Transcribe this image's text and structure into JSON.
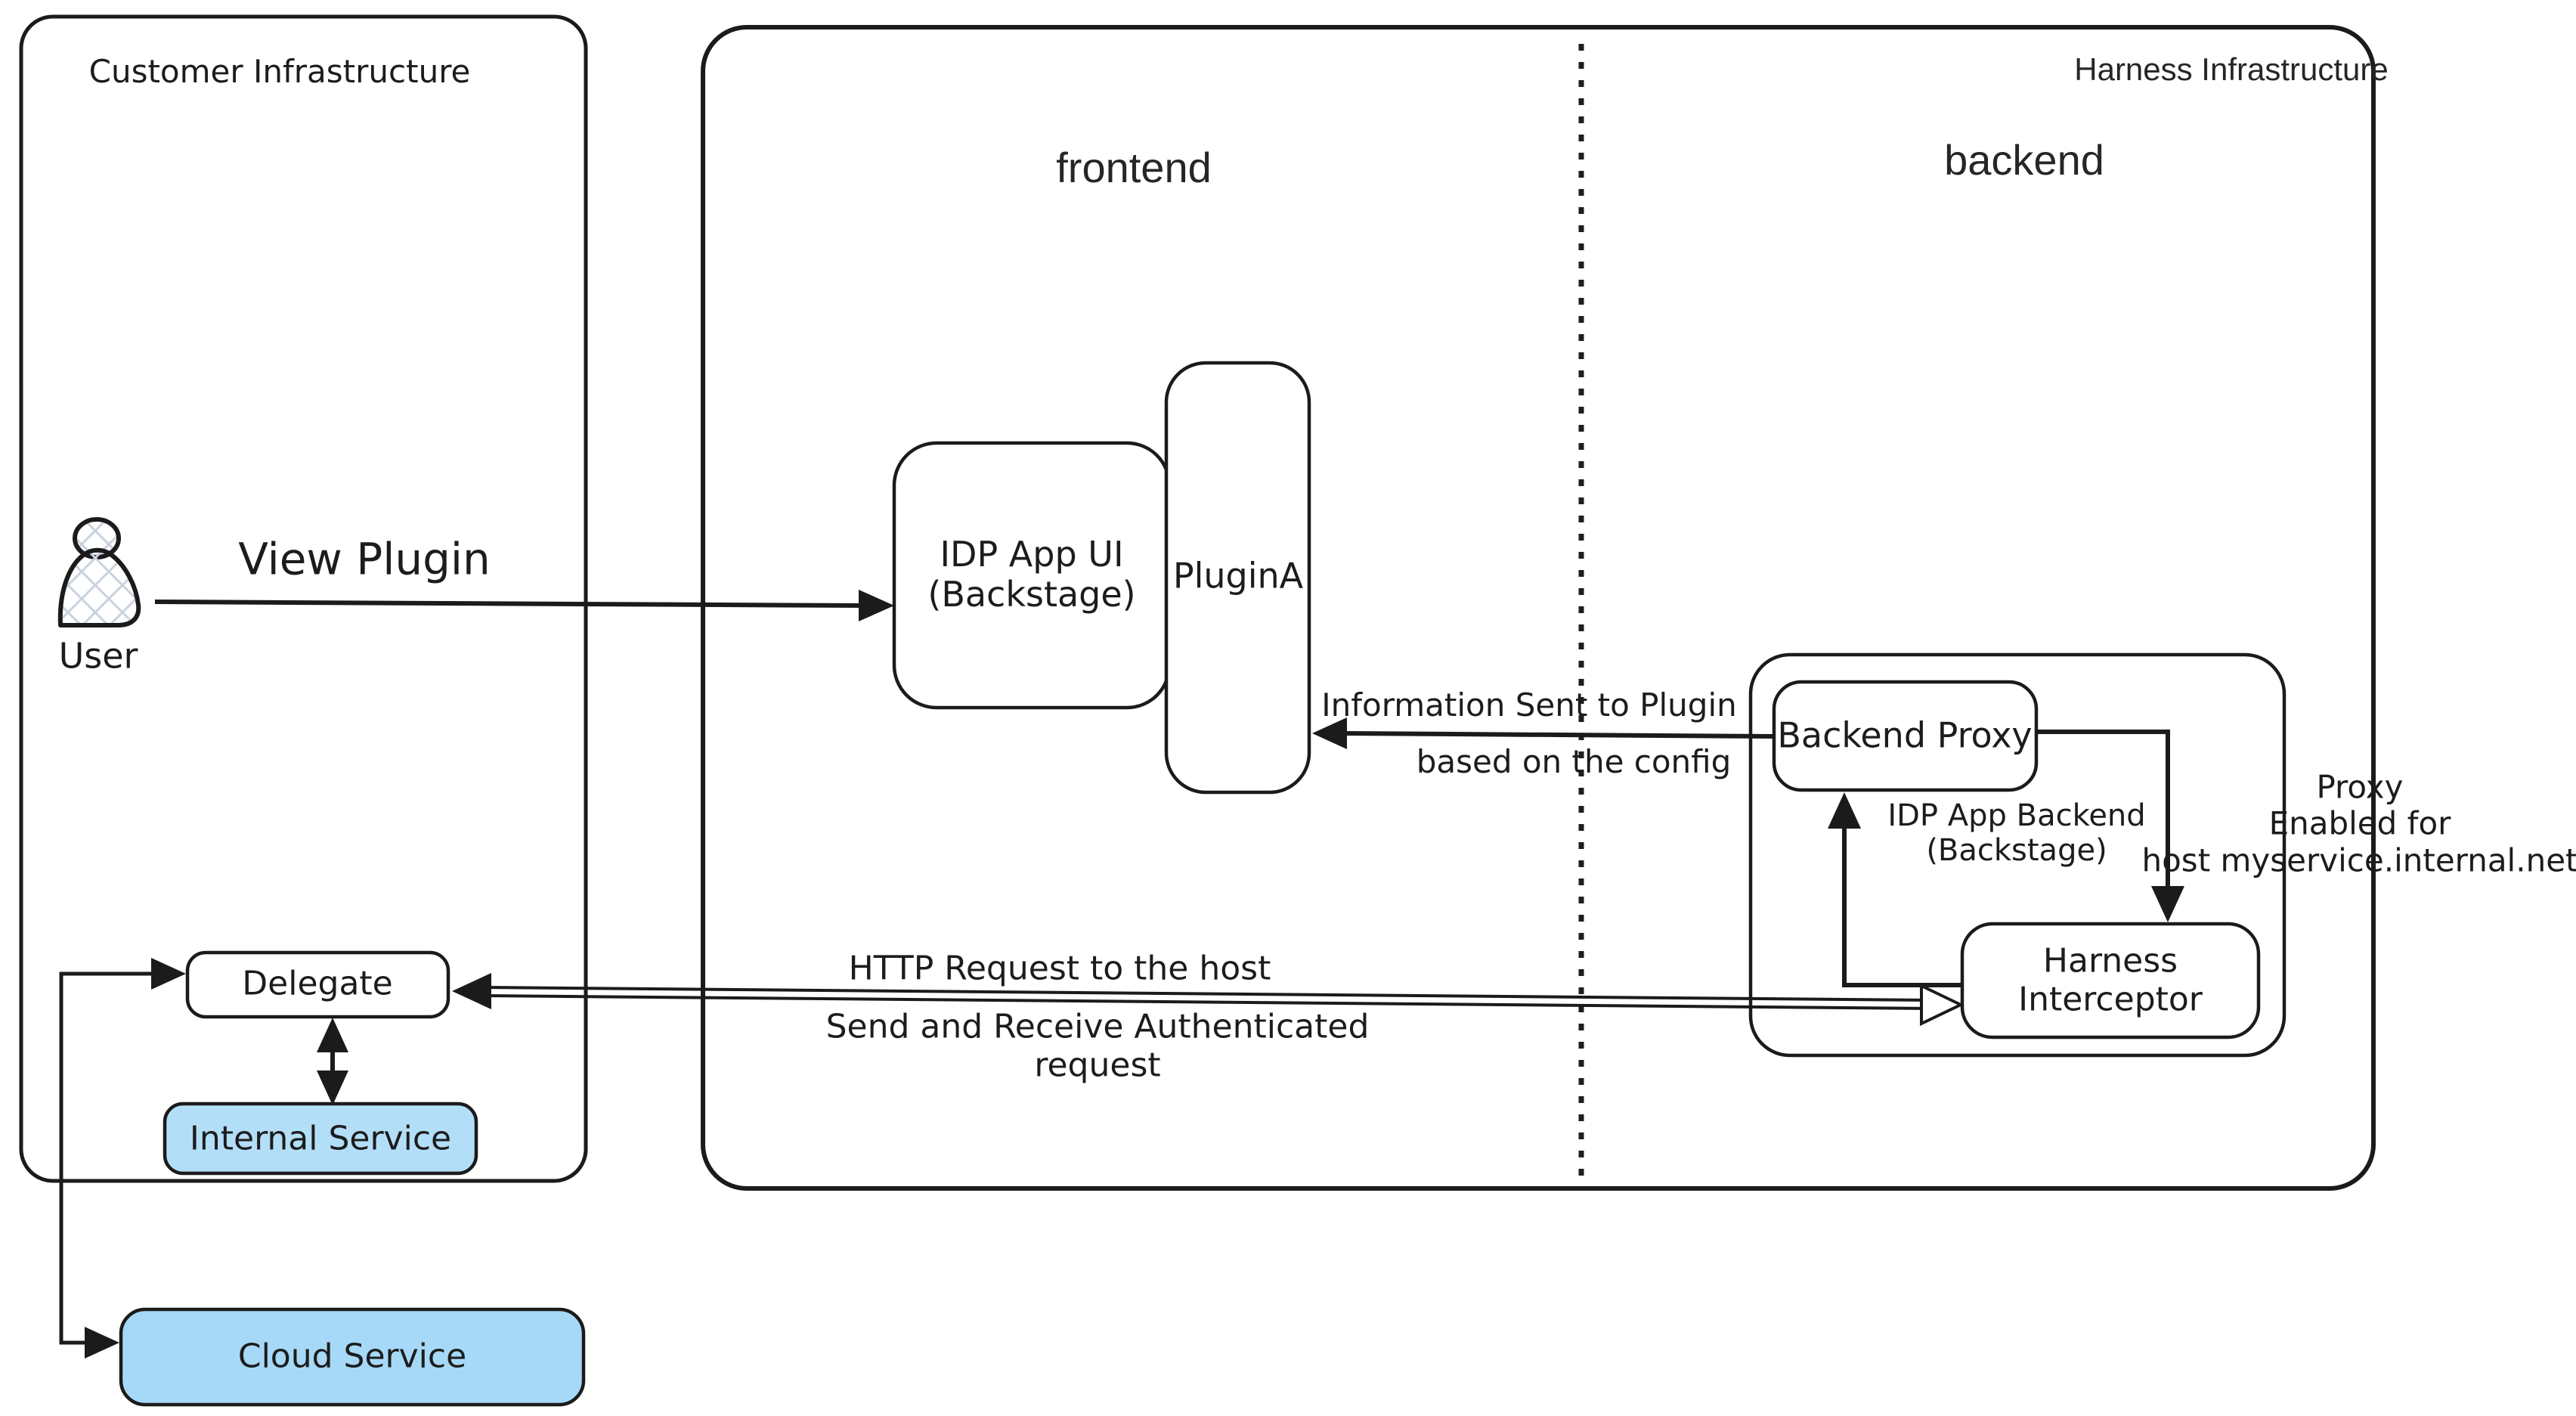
{
  "regions": {
    "customer": {
      "label": "Customer Infrastructure"
    },
    "harness": {
      "label": "Harness Infrastructure"
    },
    "frontend": {
      "label": "frontend"
    },
    "backend": {
      "label": "backend"
    }
  },
  "nodes": {
    "user": {
      "label": "User",
      "icon": "user-icon"
    },
    "idp_app_ui": {
      "line1": "IDP App UI",
      "line2": "(Backstage)"
    },
    "plugin_a": {
      "label": "PluginA"
    },
    "backend_proxy": {
      "label": "Backend Proxy"
    },
    "idp_app_backend": {
      "line1": "IDP App Backend",
      "line2": "(Backstage)"
    },
    "harness_interceptor": {
      "line1": "Harness",
      "line2": "Interceptor"
    },
    "delegate": {
      "label": "Delegate"
    },
    "internal_service": {
      "label": "Internal Service"
    },
    "cloud_service": {
      "label": "Cloud Service"
    }
  },
  "annotations": {
    "view_plugin": "View Plugin",
    "info_sent_line1": "Information Sent to Plugin",
    "info_sent_line2": "based on the config",
    "proxy_enabled_line1": "Proxy",
    "proxy_enabled_line2": "Enabled for",
    "proxy_enabled_line3": "host myservice.internal.net",
    "http_request_line1": "HTTP Request to the host",
    "http_request_line2": "Send and Receive Authenticated",
    "http_request_line3": "request"
  },
  "colors": {
    "ink": "#1b1b1b",
    "service_fill": "#b3def8",
    "cloud_fill": "#a6d9f7",
    "hatch": "#c9d2de"
  }
}
